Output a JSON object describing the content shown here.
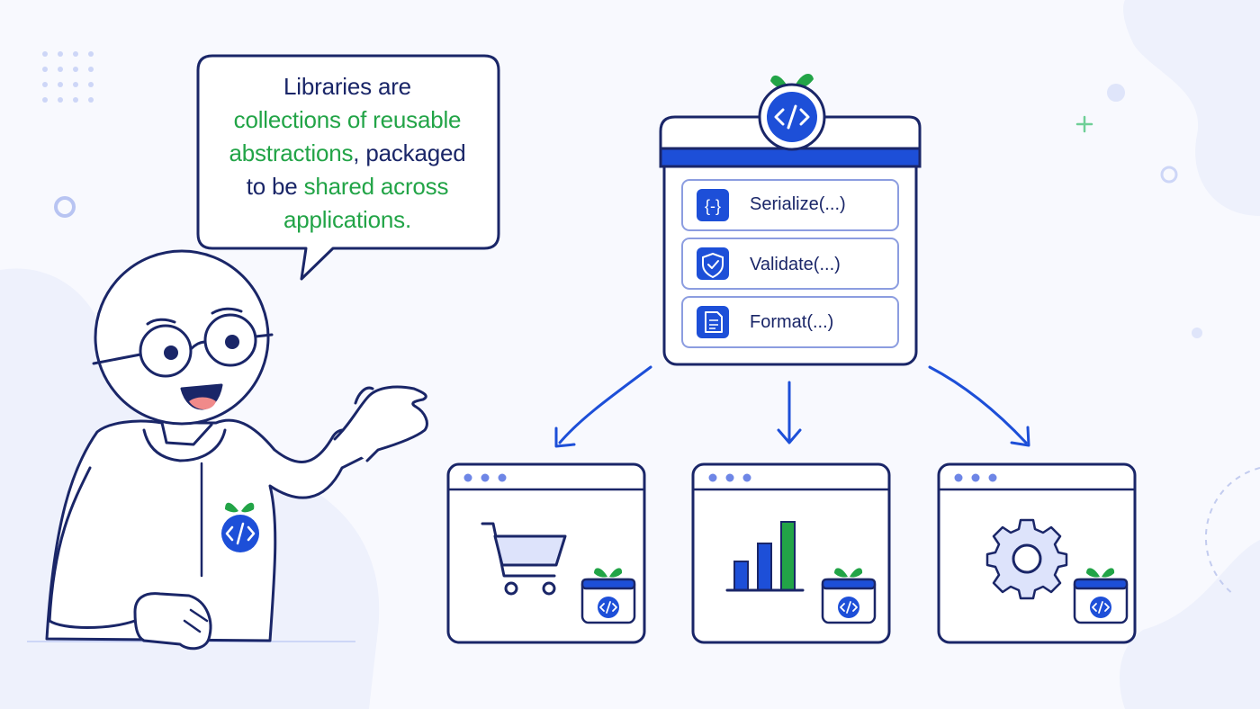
{
  "speech": {
    "line1": "Libraries are",
    "line2_green": "collections of reusable",
    "line3_green": "abstractions",
    "line3_rest": ", packaged",
    "line4_prefix": "to be ",
    "line4_green": "shared across",
    "line5_green": "applications."
  },
  "library": {
    "icon": "code-icon",
    "functions": [
      {
        "label": "Serialize(...)",
        "icon": "braces-icon"
      },
      {
        "label": "Validate(...)",
        "icon": "shield-check-icon"
      },
      {
        "label": "Format(...)",
        "icon": "document-icon"
      }
    ]
  },
  "apps": [
    {
      "icon": "shopping-cart-icon"
    },
    {
      "icon": "bar-chart-icon"
    },
    {
      "icon": "gear-icon"
    }
  ],
  "colors": {
    "navy": "#1a2668",
    "blue": "#1d4fd8",
    "green": "#22a447",
    "light_blue": "#e9edfb"
  }
}
